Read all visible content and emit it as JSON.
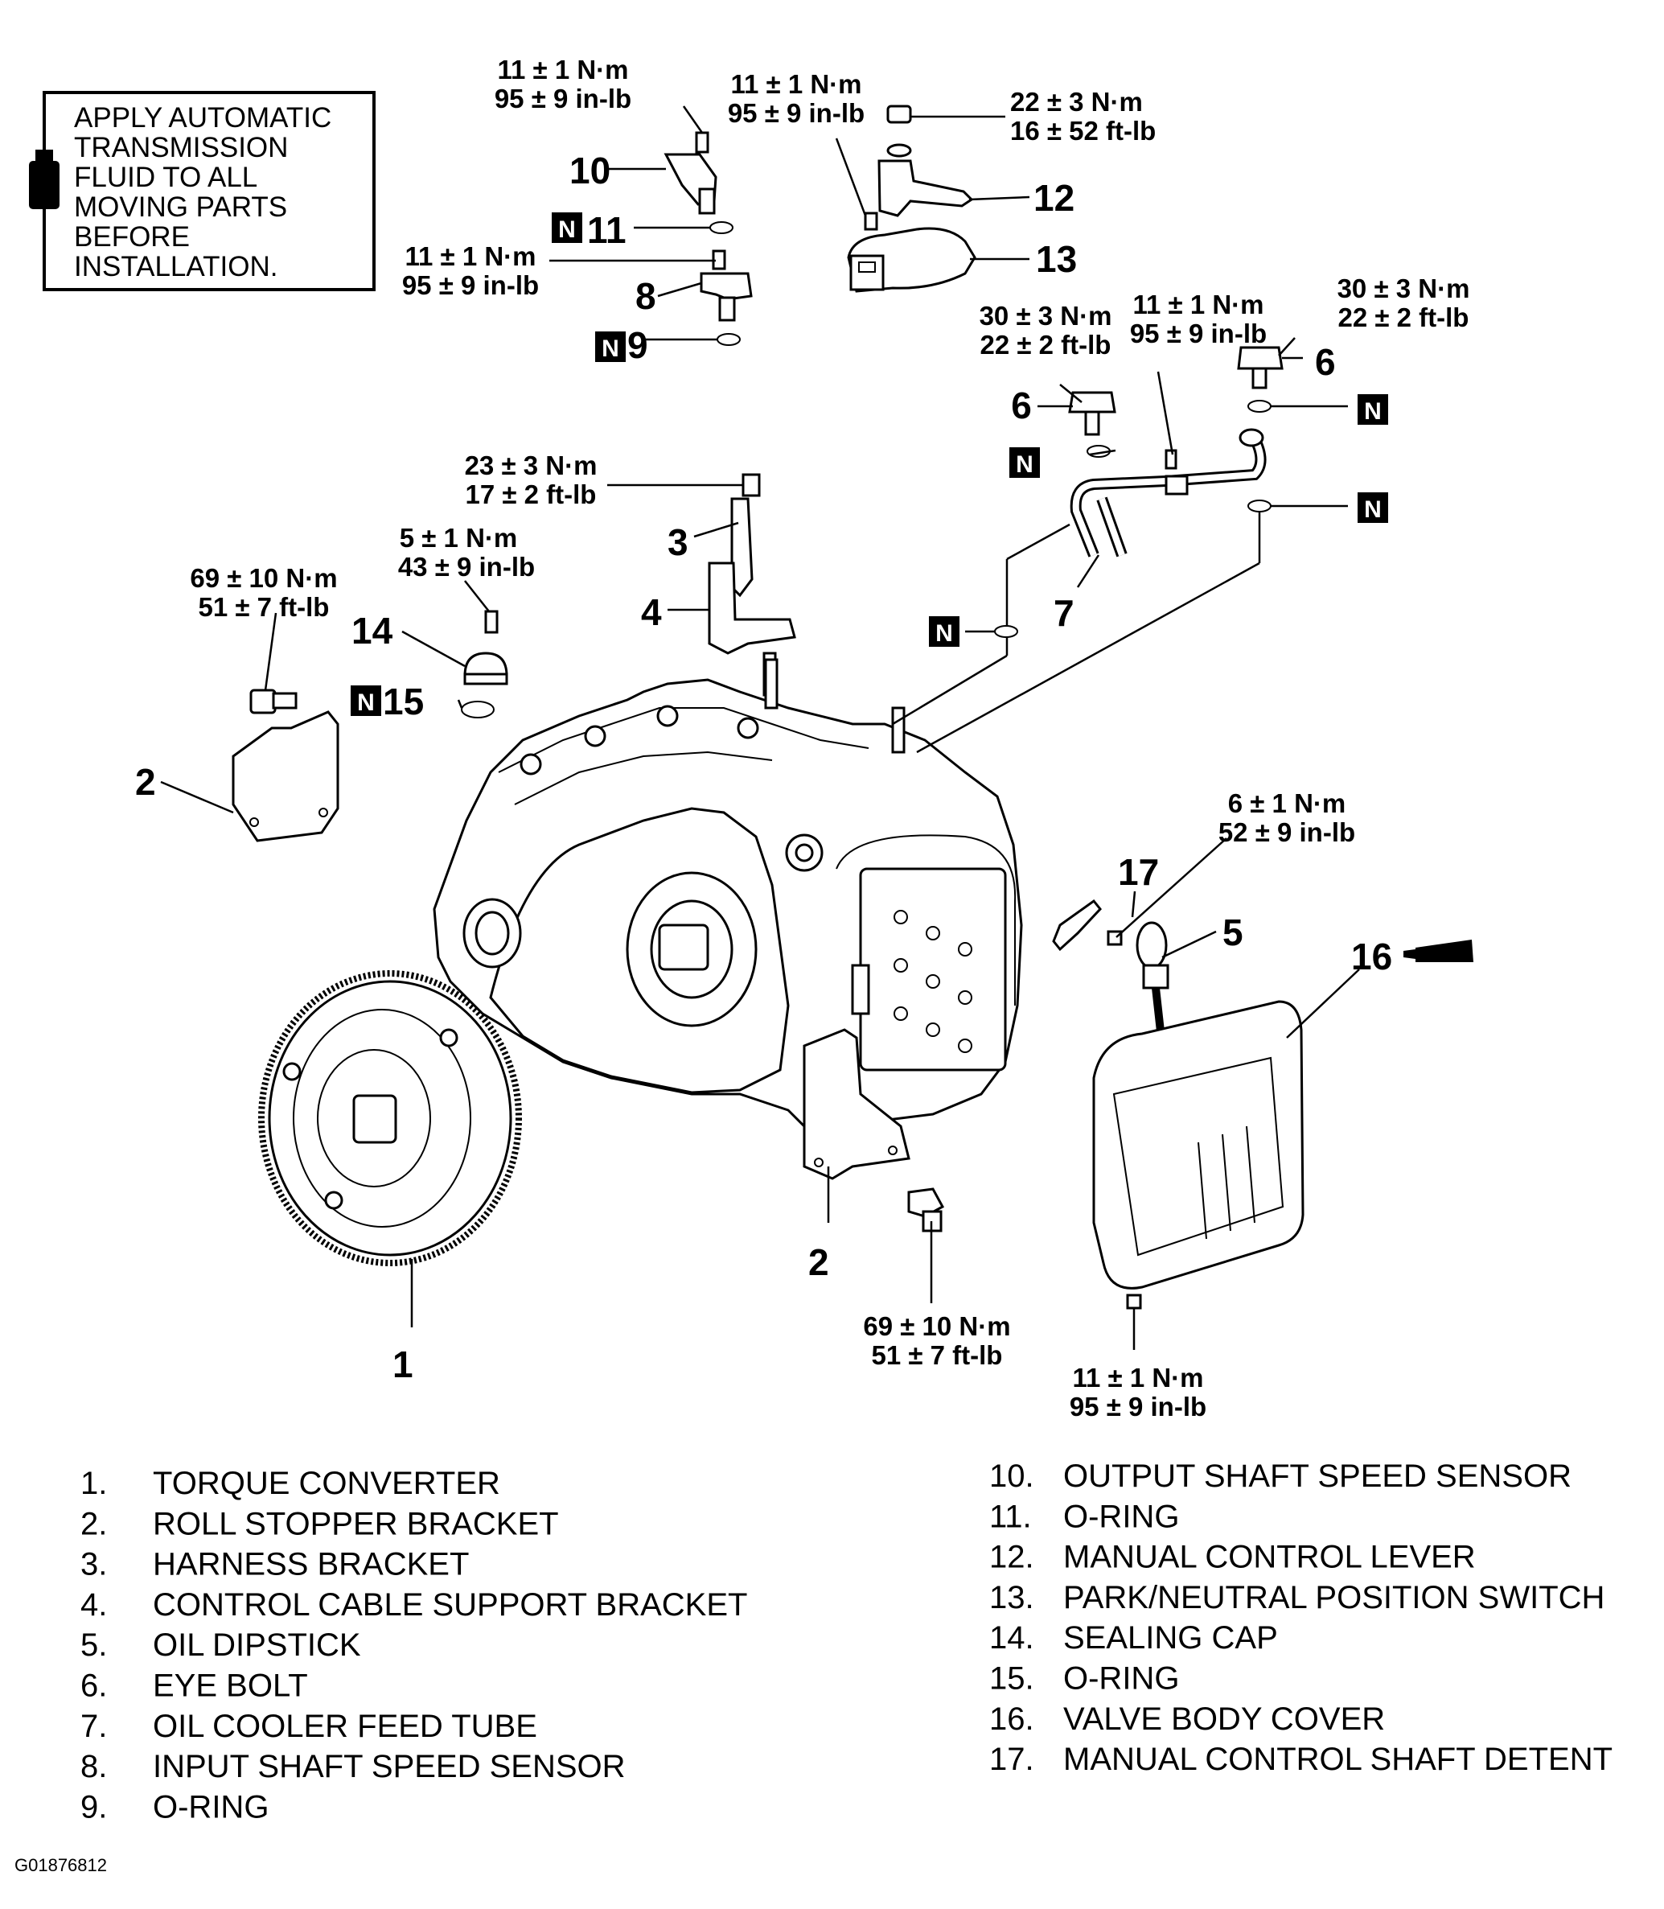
{
  "note": {
    "lines": [
      "APPLY AUTOMATIC",
      "TRANSMISSION",
      "FLUID TO ALL",
      "MOVING PARTS",
      "BEFORE",
      "INSTALLATION."
    ],
    "icon": "fluid-bottle-icon"
  },
  "torque_specs": {
    "t10": [
      "11 ± 1 N·m",
      "95 ± 9 in-lb"
    ],
    "t12": [
      "11 ± 1 N·m",
      "95 ± 9 in-lb"
    ],
    "t_nut": [
      "22 ± 3 N·m",
      "16 ± 52 ft-lb"
    ],
    "t8": [
      "11 ± 1 N·m",
      "95 ± 9 in-lb"
    ],
    "t6a": [
      "30 ± 3 N·m",
      "22 ± 2 ft-lb"
    ],
    "t7": [
      "11 ± 1 N·m",
      "95 ± 9 in-lb"
    ],
    "t6b": [
      "30 ± 3 N·m",
      "22 ± 2 ft-lb"
    ],
    "t3": [
      "23 ± 3 N·m",
      "17 ± 2 ft-lb"
    ],
    "t14": [
      "5 ± 1 N·m",
      "43 ± 9 in-lb"
    ],
    "t2a": [
      "69 ± 10 N·m",
      "51 ± 7 ft-lb"
    ],
    "t17": [
      "6 ± 1 N·m",
      "52 ± 9 in-lb"
    ],
    "t2b": [
      "69 ± 10 N·m",
      "51 ± 7 ft-lb"
    ],
    "t16": [
      "11 ± 1 N·m",
      "95 ± 9 in-lb"
    ]
  },
  "callouts": {
    "c1": "1",
    "c2a": "2",
    "c2b": "2",
    "c3": "3",
    "c4": "4",
    "c5": "5",
    "c6a": "6",
    "c6b": "6",
    "c7": "7",
    "c8": "8",
    "c9": "9",
    "c10": "10",
    "c11": "11",
    "c12": "12",
    "c13": "13",
    "c14": "14",
    "c15": "15",
    "c16": "16",
    "c17": "17"
  },
  "ntag": "N",
  "legend": [
    {
      "num": "1.",
      "label": "TORQUE CONVERTER"
    },
    {
      "num": "2.",
      "label": "ROLL STOPPER BRACKET"
    },
    {
      "num": "3.",
      "label": "HARNESS BRACKET"
    },
    {
      "num": "4.",
      "label": "CONTROL CABLE SUPPORT BRACKET"
    },
    {
      "num": "5.",
      "label": "OIL DIPSTICK"
    },
    {
      "num": "6.",
      "label": "EYE BOLT"
    },
    {
      "num": "7.",
      "label": "OIL COOLER FEED TUBE"
    },
    {
      "num": "8.",
      "label": "INPUT SHAFT SPEED SENSOR"
    },
    {
      "num": "9.",
      "label": "O-RING"
    },
    {
      "num": "10.",
      "label": "OUTPUT SHAFT SPEED SENSOR"
    },
    {
      "num": "11.",
      "label": "O-RING"
    },
    {
      "num": "12.",
      "label": "MANUAL CONTROL LEVER"
    },
    {
      "num": "13.",
      "label": "PARK/NEUTRAL POSITION SWITCH"
    },
    {
      "num": "14.",
      "label": "SEALING CAP"
    },
    {
      "num": "15.",
      "label": "O-RING"
    },
    {
      "num": "16.",
      "label": "VALVE BODY COVER"
    },
    {
      "num": "17.",
      "label": "MANUAL CONTROL SHAFT DETENT"
    }
  ],
  "figure_id": "G01876812"
}
